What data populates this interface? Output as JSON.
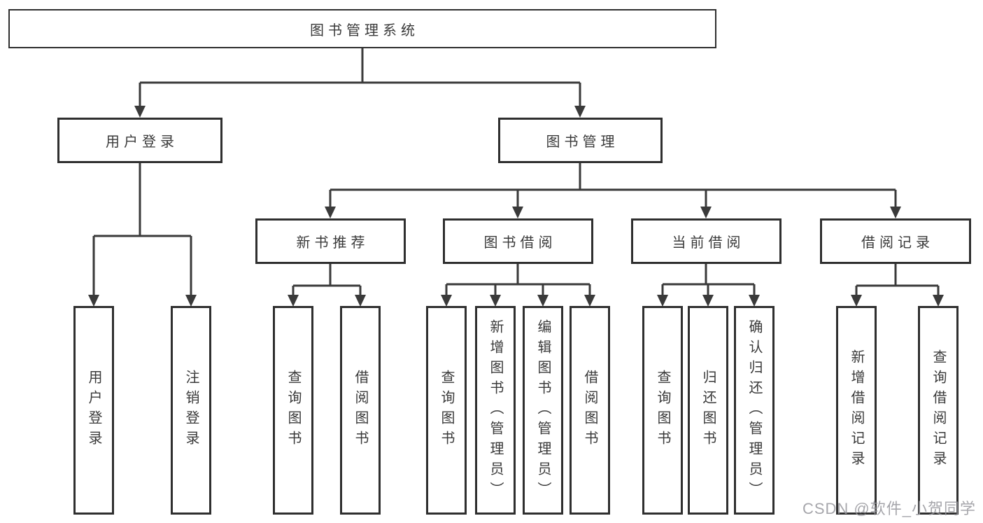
{
  "watermark": "CSDN @软件_小贺同学",
  "colors": {
    "line": "#3a3a3a",
    "box_border": "#2f2f2f",
    "box_background": "#ffffff",
    "text": "#3a3a3a",
    "watermark_text": "#96969c"
  },
  "tree": {
    "root": {
      "label": "图书管理系统"
    },
    "user_login_branch": {
      "label": "用户登录",
      "children": [
        {
          "label": "用户登录"
        },
        {
          "label": "注销登录"
        }
      ]
    },
    "book_management_branch": {
      "label": "图书管理",
      "sections": [
        {
          "label": "新书推荐",
          "children": [
            {
              "label": "查询图书"
            },
            {
              "label": "借阅图书"
            }
          ]
        },
        {
          "label": "图书借阅",
          "children": [
            {
              "label": "查询图书"
            },
            {
              "label": "新增图书（管理员）"
            },
            {
              "label": "编辑图书（管理员）"
            },
            {
              "label": "借阅图书"
            }
          ]
        },
        {
          "label": "当前借阅",
          "children": [
            {
              "label": "查询图书"
            },
            {
              "label": "归还图书"
            },
            {
              "label": "确认归还（管理员）"
            }
          ]
        },
        {
          "label": "借阅记录",
          "children": [
            {
              "label": "新增借阅记录"
            },
            {
              "label": "查询借阅记录"
            }
          ]
        }
      ]
    }
  }
}
